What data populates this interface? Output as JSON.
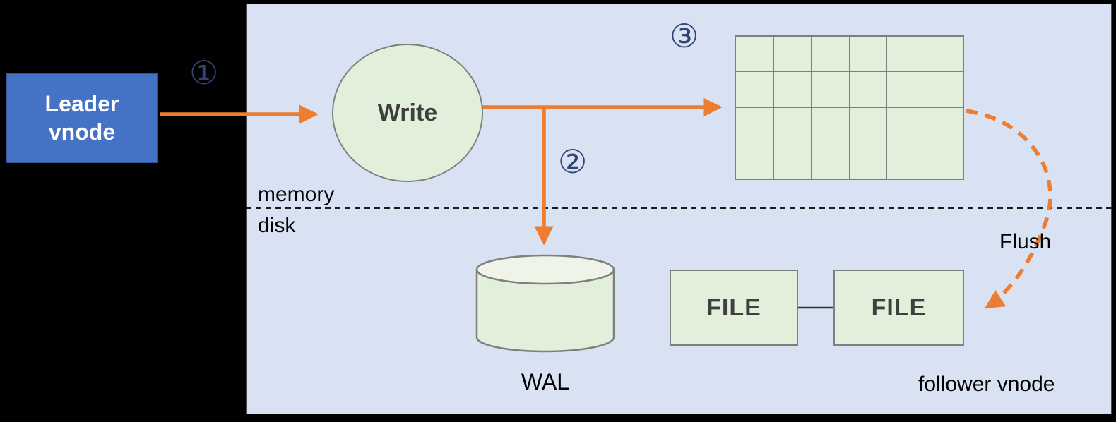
{
  "diagram": {
    "leader": {
      "line1": "Leader",
      "line2": "vnode"
    },
    "write": {
      "label": "Write"
    },
    "steps": [
      {
        "num": "①"
      },
      {
        "num": "②"
      },
      {
        "num": "③"
      }
    ],
    "labels": {
      "memory": "memory",
      "disk": "disk",
      "wal": "WAL",
      "flush": "Flush",
      "follower": "follower vnode"
    },
    "files": [
      {
        "label": "FILE"
      },
      {
        "label": "FILE"
      }
    ],
    "colors": {
      "background": "#000000",
      "panel": "#d9e2f3",
      "leader_fill": "#4472c4",
      "leader_border": "#2f5597",
      "node_fill": "#e2efda",
      "node_border": "#7f7f7f",
      "arrow": "#ed7d31",
      "step_number": "#2f4472",
      "divider": "#1a1a1a"
    }
  }
}
